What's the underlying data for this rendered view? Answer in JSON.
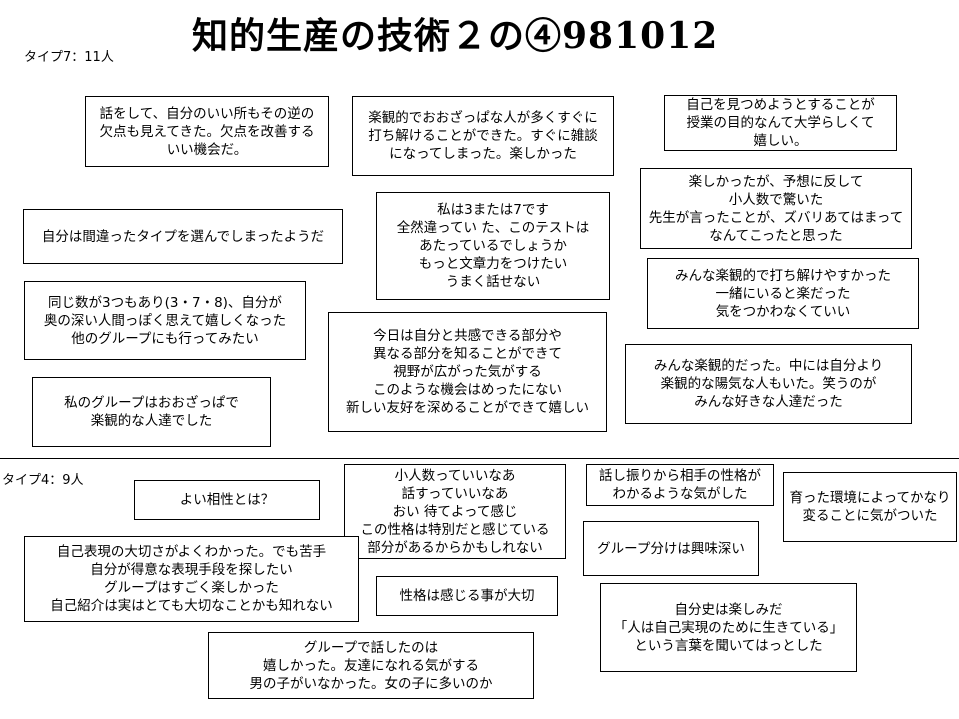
{
  "title": "知的生産の技術２の④981012",
  "type7_label": "タイプ7：11人",
  "type4_label": "タイプ4：9人",
  "type7_comments": [
    "話をして、自分のいい所もその逆の\n欠点も見えてきた。欠点を改善する\nいい機会だ。",
    "楽観的でおおざっぱな人が多くすぐに\n打ち解けることができた。すぐに雑談\nになってしまった。楽しかった",
    "自己を見つめようとすることが\n授業の目的なんて大学らしくて\n嬉しい。",
    "楽しかったが、予想に反して\n小人数で驚いた\n先生が言ったことが、ズバリあてはまって\nなんてこったと思った",
    "自分は間違ったタイプを選んでしまったようだ",
    "私は3または7です\n全然違ってい た、このテストは\nあたっているでしょうか\nもっと文章力をつけたい\nうまく話せない",
    "みんな楽観的で打ち解けやすかった\n一緒にいると楽だった\n気をつかわなくていい",
    "同じ数が3つもあり(3・7・8)、自分が\n奥の深い人間っぽく思えて嬉しくなった\n他のグループにも行ってみたい",
    "今日は自分と共感できる部分や\n異なる部分を知ることができて\n視野が広がった気がする\nこのような機会はめったにない\n新しい友好を深めることができて嬉しい",
    "みんな楽観的だった。中には自分より\n楽観的な陽気な人もいた。笑うのが\nみんな好きな人達だった",
    "私のグループはおおざっぱで\n楽観的な人達でした"
  ],
  "type4_comments": [
    "よい相性とは？",
    "小人数っていいなあ\n話すっていいなあ\nおい 待てよって感じ\nこの性格は特別だと感じている\n部分があるからかもしれない",
    "話し振りから相手の性格が\nわかるような気がした",
    "育った環境によってかなり\n変ることに気がついた",
    "グループ分けは興味深い",
    "自己表現の大切さがよくわかった。でも苦手\n自分が得意な表現手段を探したい\nグループはすごく楽しかった\n自己紹介は実はとても大切なことかも知れない",
    "性格は感じる事が大切",
    "自分史は楽しみだ\n「人は自己実現のために生きている」\nという言葉を聞いてはっとした",
    "グループで話したのは\n嬉しかった。友達になれる気がする\n男の子がいなかった。女の子に多いのか"
  ]
}
